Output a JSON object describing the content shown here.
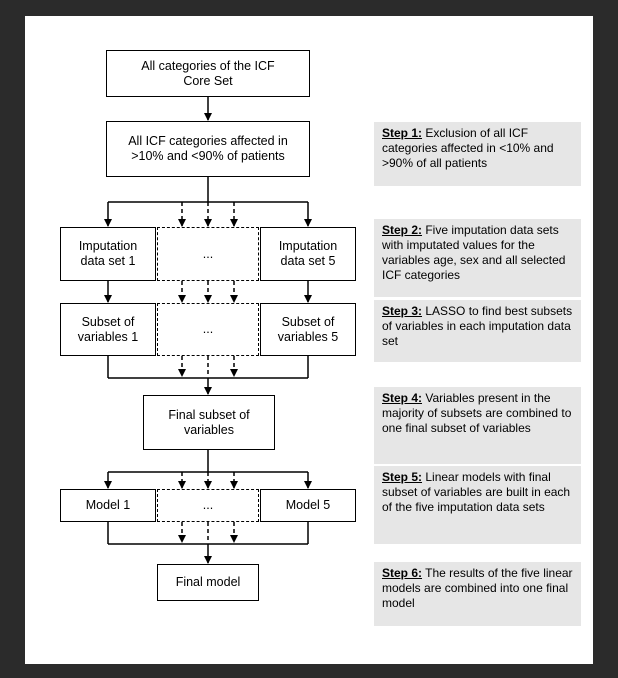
{
  "flow": {
    "top_box": "All categories of the ICF\nCore Set",
    "affected_box": "All ICF categories affected in\n>10% and <90% of patients",
    "imputation_1": "Imputation\ndata set 1",
    "imputation_mid": "...",
    "imputation_5": "Imputation\ndata set 5",
    "subset_1": "Subset of\nvariables 1",
    "subset_mid": "...",
    "subset_5": "Subset of\nvariables 5",
    "final_subset": "Final subset of\nvariables",
    "model_1": "Model 1",
    "model_mid": "...",
    "model_5": "Model 5",
    "final_model": "Final model"
  },
  "steps": [
    {
      "label": "Step 1:",
      "text": " Exclusion of all ICF categories affected in <10% and >90% of all patients"
    },
    {
      "label": "Step 2:",
      "text": " Five imputation data sets with imputated values for the variables age, sex and all selected ICF categories"
    },
    {
      "label": "Step 3:",
      "text": " LASSO to find best subsets of variables in each imputation data set"
    },
    {
      "label": "Step 4:",
      "text": " Variables present in the majority of subsets are combined to one final subset of variables"
    },
    {
      "label": "Step 5:",
      "text": " Linear models with final subset of variables are built in each of the five imputation data sets"
    },
    {
      "label": "Step 6:",
      "text": " The results of the five linear models are combined into one final model"
    }
  ]
}
